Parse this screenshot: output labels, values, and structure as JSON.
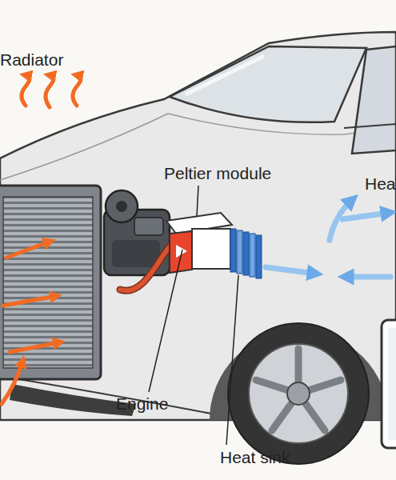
{
  "diagram": {
    "labels": [
      "Radiator",
      "Peltier module",
      "Engine",
      "Heat sink",
      "Hea"
    ]
  }
}
